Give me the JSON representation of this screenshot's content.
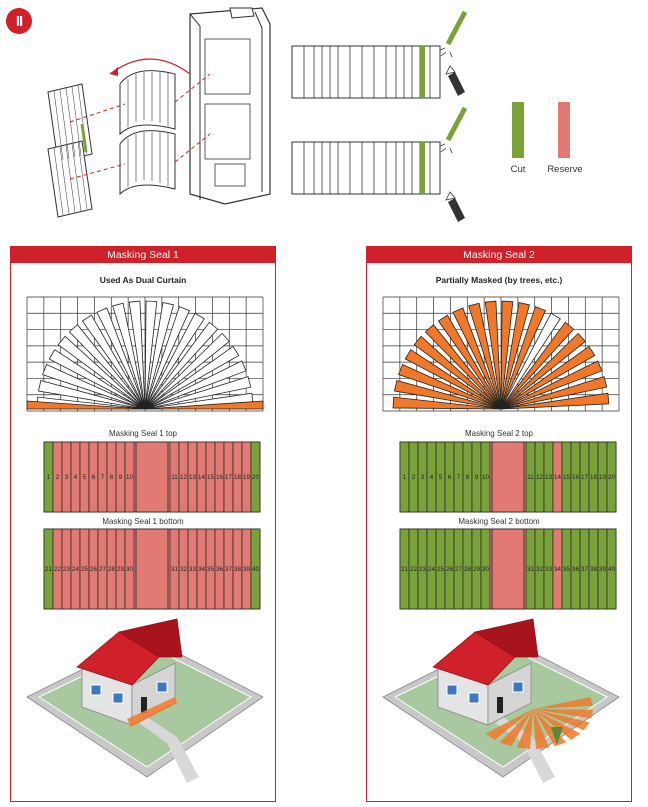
{
  "step": {
    "label": "II"
  },
  "legend": {
    "cut_label": "Cut",
    "reserve_label": "Reserve",
    "cut_color": "#7aa23a",
    "reserve_color": "#e07a72"
  },
  "colors": {
    "accent": "#d0202a",
    "zone": "#f07828",
    "roof": "#d0202a",
    "house_wall": "#e4e4e4",
    "lawn": "#a8c8a0"
  },
  "panels": [
    {
      "header": "Masking Seal 1",
      "subtitle": "Used As Dual Curtain",
      "zones": "edges",
      "top_title": "Masking Seal 1 top",
      "bottom_title": "Masking Seal 1 bottom",
      "top_numbers": [
        "1",
        "2",
        "3",
        "4",
        "5",
        "6",
        "7",
        "8",
        "9",
        "10",
        "11",
        "12",
        "13",
        "14",
        "15",
        "16",
        "17",
        "18",
        "19",
        "20"
      ],
      "bottom_numbers": [
        "21",
        "22",
        "23",
        "24",
        "25",
        "26",
        "27",
        "28",
        "29",
        "30",
        "31",
        "32",
        "33",
        "34",
        "35",
        "36",
        "37",
        "38",
        "39",
        "40"
      ],
      "top_cut": [
        1,
        20
      ],
      "bottom_cut": [
        21,
        40
      ]
    },
    {
      "header": "Masking Seal 2",
      "subtitle": "Partially Masked (by trees, etc.)",
      "zones": "partial",
      "top_title": "Masking Seal 2 top",
      "bottom_title": "Masking Seal 2 bottom",
      "top_numbers": [
        "1",
        "2",
        "3",
        "4",
        "5",
        "6",
        "7",
        "8",
        "9",
        "10",
        "11",
        "12",
        "13",
        "14",
        "15",
        "16",
        "17",
        "18",
        "19",
        "20"
      ],
      "bottom_numbers": [
        "21",
        "22",
        "23",
        "24",
        "25",
        "26",
        "27",
        "28",
        "29",
        "30",
        "31",
        "32",
        "33",
        "34",
        "35",
        "36",
        "37",
        "38",
        "39",
        "40"
      ],
      "top_cut": [
        1,
        2,
        3,
        4,
        5,
        6,
        7,
        8,
        9,
        10,
        11,
        12,
        13,
        15,
        16,
        17,
        18,
        19,
        20
      ],
      "bottom_cut": [
        21,
        22,
        23,
        24,
        25,
        26,
        27,
        28,
        29,
        30,
        31,
        32,
        33,
        35,
        36,
        37,
        38,
        39,
        40
      ]
    }
  ]
}
